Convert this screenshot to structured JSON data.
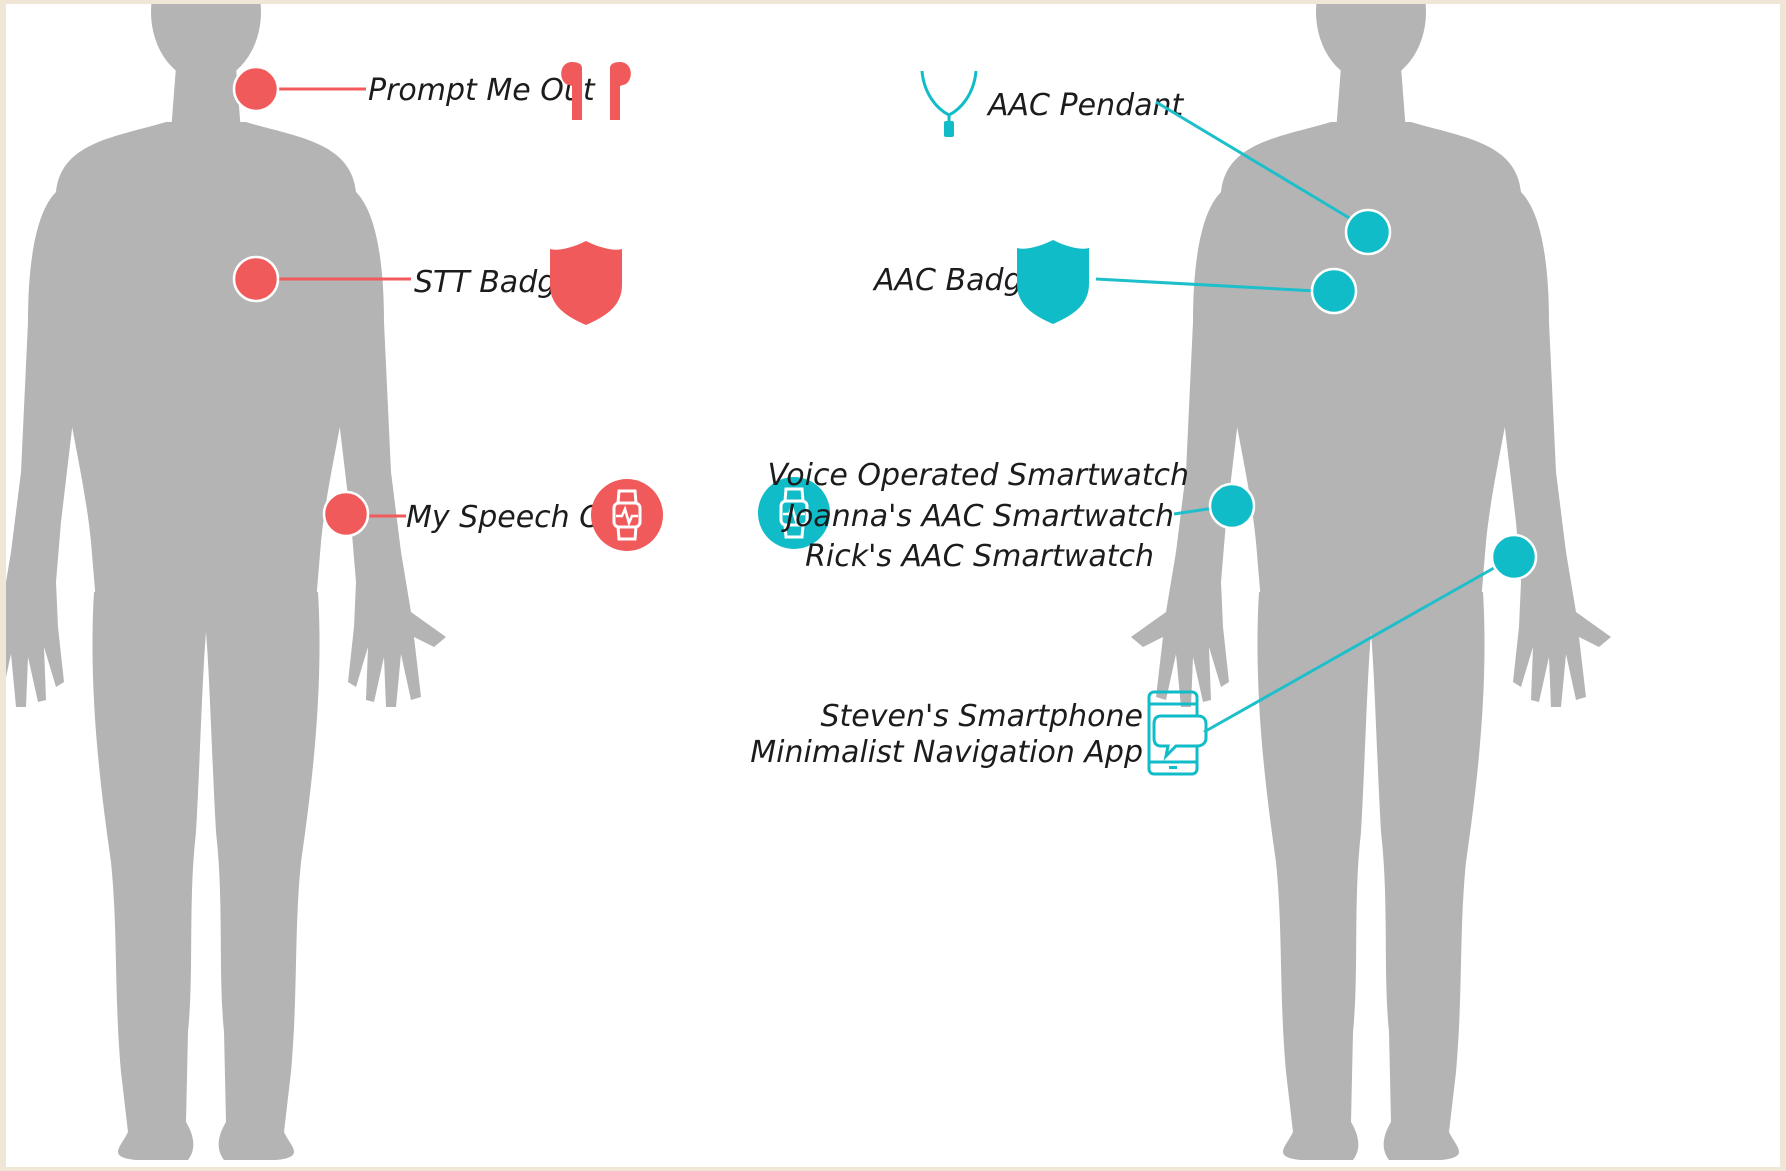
{
  "colors": {
    "left_accent": "#f05a5a",
    "right_accent": "#11bcc9",
    "figure": "#b4b4b4",
    "frame": "#efe6d6"
  },
  "left_figure": {
    "devices": [
      {
        "label": "Prompt Me Out",
        "icon": "earbuds-icon",
        "location": "head"
      },
      {
        "label": "STT Badge",
        "icon": "shield-badge-icon",
        "location": "chest"
      },
      {
        "label": "My Speech OS",
        "icon": "smartwatch-icon",
        "location": "wrist"
      }
    ]
  },
  "right_figure": {
    "devices": [
      {
        "label": "AAC Pendant",
        "icon": "pendant-necklace-icon",
        "location": "upper chest"
      },
      {
        "label": "AAC Badge",
        "icon": "shield-badge-icon",
        "location": "chest"
      },
      {
        "lines": [
          "Voice Operated Smartwatch",
          "Joanna's AAC Smartwatch",
          "Rick's AAC Smartwatch"
        ],
        "icon": "smartwatch-icon",
        "location": "wrist"
      },
      {
        "lines": [
          "Steven's Smartphone",
          "Minimalist Navigation App"
        ],
        "icon": "smartphone-chat-icon",
        "location": "hand"
      }
    ]
  }
}
